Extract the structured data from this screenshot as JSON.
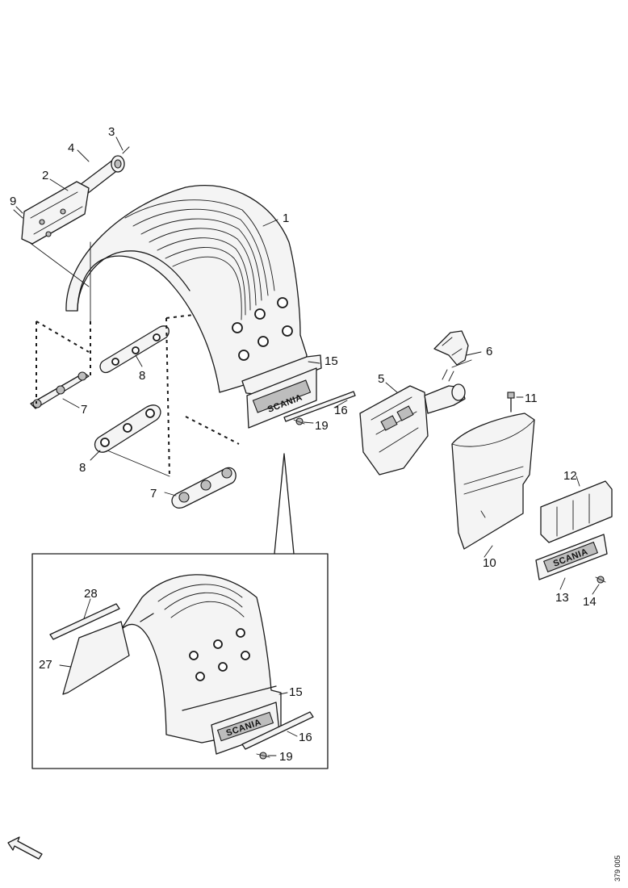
{
  "callouts": {
    "c1": "1",
    "c2": "2",
    "c3": "3",
    "c4": "4",
    "c5": "5",
    "c6": "6",
    "c7a": "7",
    "c7b": "7",
    "c8a": "8",
    "c8b": "8",
    "c9": "9",
    "c10": "10",
    "c11": "11",
    "c12": "12",
    "c13": "13",
    "c14": "14",
    "c15a": "15",
    "c15b": "15",
    "c16a": "16",
    "c16b": "16",
    "c19a": "19",
    "c19b": "19",
    "c27": "27",
    "c28": "28"
  },
  "brand_plates": [
    "SCANIA",
    "SCANIA",
    "SCANIA"
  ],
  "drawing_code": "379 005"
}
